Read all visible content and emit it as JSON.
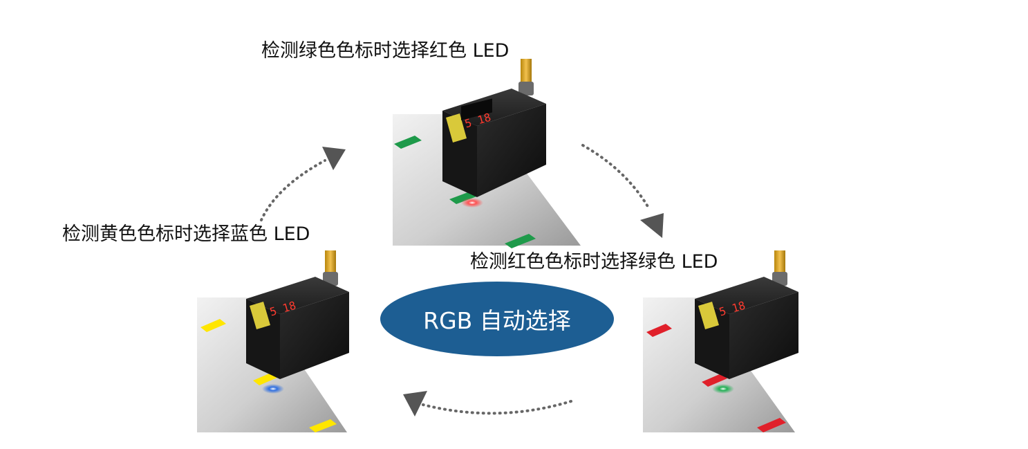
{
  "center_label": "RGB 自动选择",
  "captions": {
    "top": "检测绿色色标时选择红色 LED",
    "left": "检测黄色色标时选择蓝色 LED",
    "right": "检测红色色标时选择绿色 LED"
  },
  "sensor_display": "5 18",
  "colors": {
    "ellipse": "#1d5e93",
    "arrow": "#555555",
    "mark_green": "#1e9a4a",
    "mark_yellow": "#ffe600",
    "mark_red": "#e0202a",
    "spot_red": "#e53935",
    "spot_blue": "#1e63d6",
    "spot_green": "#17a34a",
    "sensor_body": "#1a1a1a",
    "cable": "#d4a017"
  }
}
